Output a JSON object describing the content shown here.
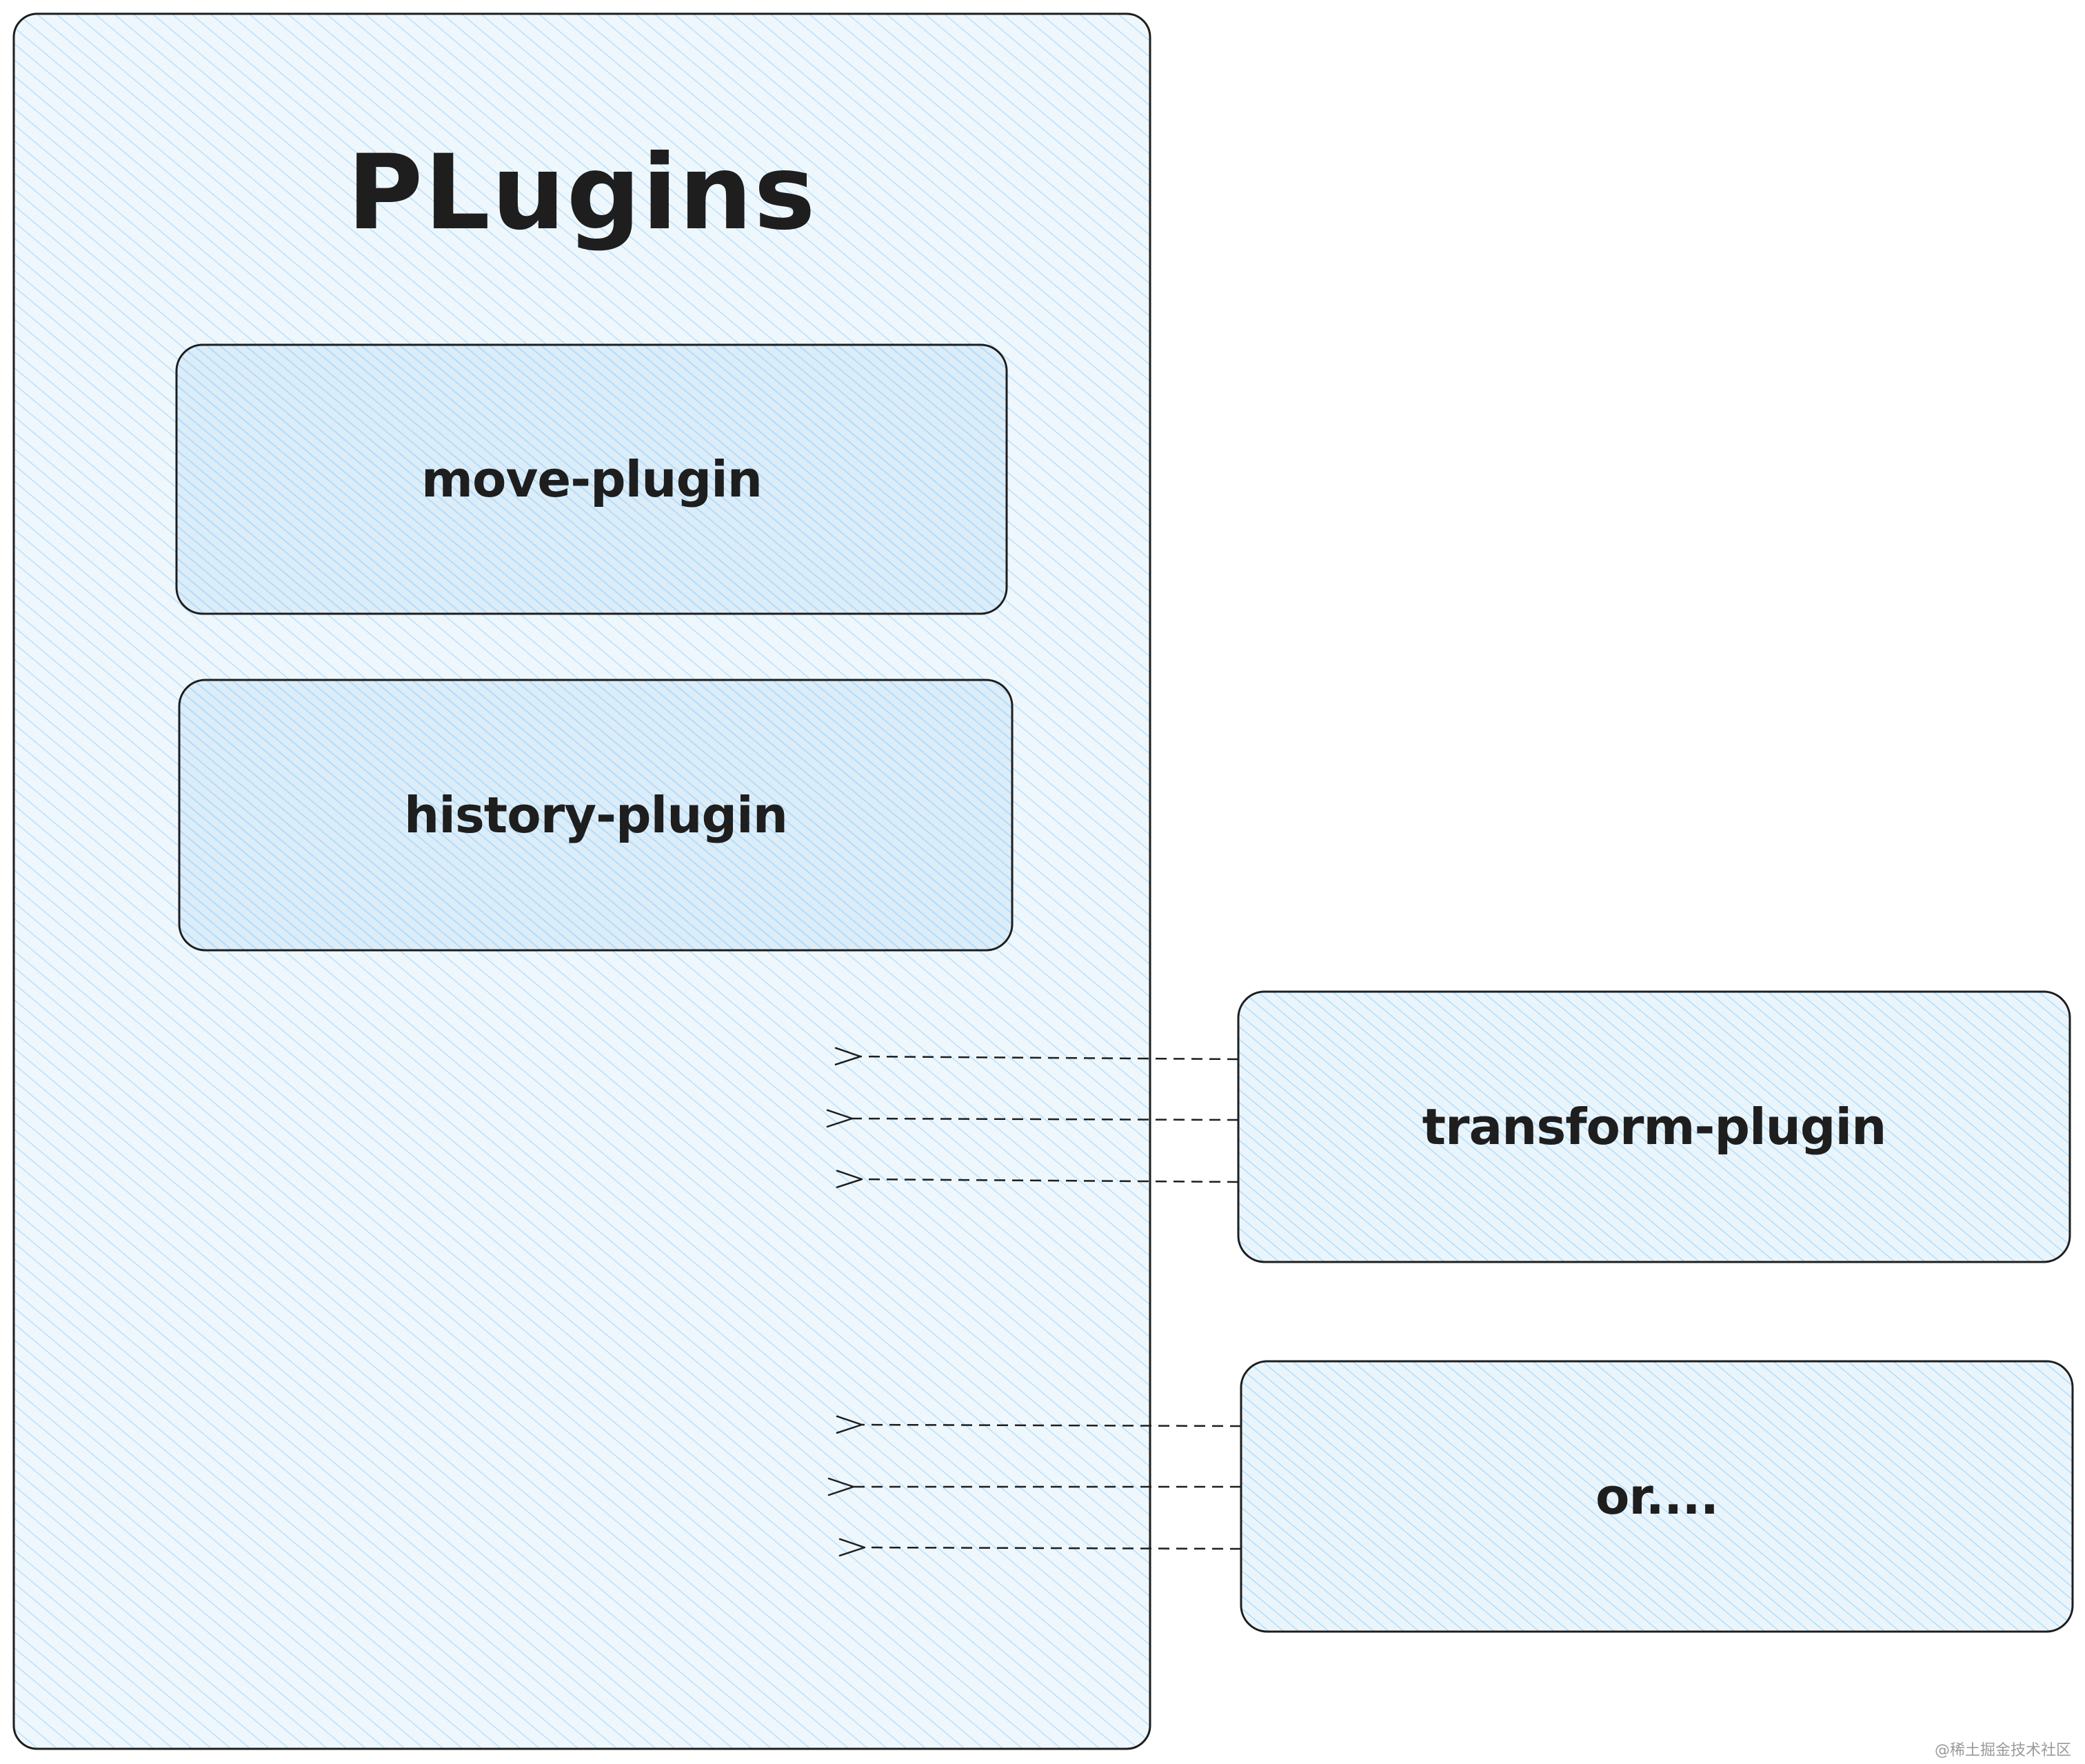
{
  "diagram": {
    "title": "PLugins",
    "boxes": {
      "move": "move-plugin",
      "history": "history-plugin",
      "transform": "transform-plugin",
      "or": "or...."
    },
    "watermark": "@稀土掘金技术社区",
    "colors": {
      "fill_light": "#eaf5fb",
      "fill_medium": "#d6ebf7",
      "hatch": "#a5d8ff",
      "stroke": "#1e1e1e",
      "text": "#1e1e1e"
    }
  }
}
